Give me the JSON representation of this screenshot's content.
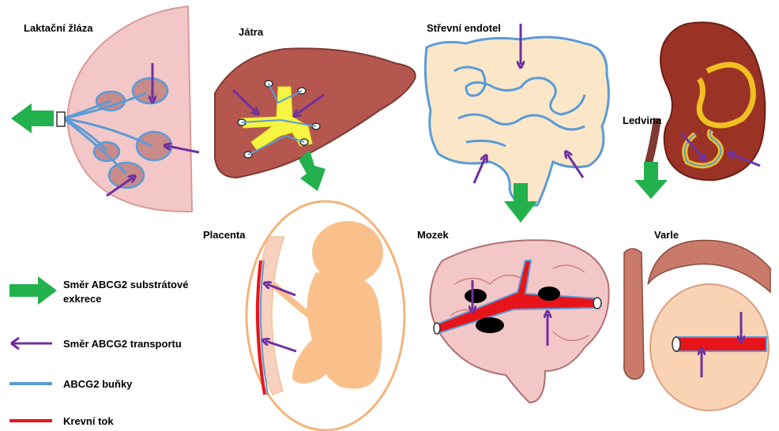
{
  "labels": {
    "lactation": "Laktační žláza",
    "liver": "Játra",
    "intestine": "Střevní endotel",
    "kidney": "Ledvina",
    "placenta": "Placenta",
    "brain": "Mozek",
    "testis": "Varle"
  },
  "legend": {
    "excretion_line1": "Směr ABCG2 substrátové",
    "excretion_line2": "exkrece",
    "transport": "Směr ABCG2 transportu",
    "cells": "ABCG2 buňky",
    "blood": "Krevní tok"
  },
  "colors": {
    "excretion_arrow": "#22b14c",
    "transport_arrow": "#7030a0",
    "abcg2_cells": "#5b9bd5",
    "blood_flow": "#e8141c",
    "tissue_pink": "#f3c7c7",
    "liver_brown": "#b5574f",
    "bile_yellow": "#f5f542",
    "gut_beige": "#fbe7c8",
    "fetus_peach": "#f9c08c",
    "kidney_dark": "#9b3226",
    "kidney_yellow": "#f0c020"
  },
  "icons": [
    "excretion-arrow-icon",
    "transport-arrow-icon",
    "abcg2-cell-line-icon",
    "blood-flow-line-icon"
  ]
}
